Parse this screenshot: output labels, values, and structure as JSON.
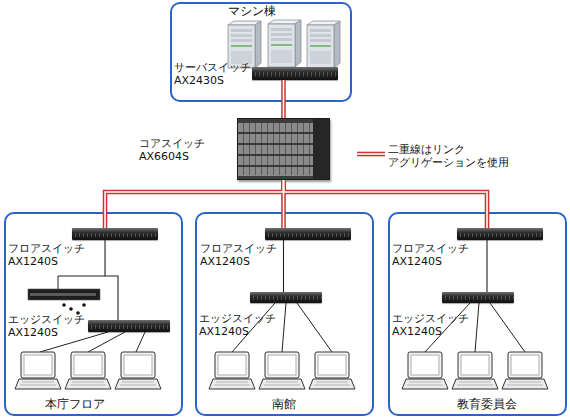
{
  "diagram": {
    "nodes": [
      {
        "text": [
          "マシン棟"
        ]
      },
      {
        "text": [
          "サーバスイッチ AX2430S"
        ],
        "in": 0
      },
      {
        "text": [
          "コアスイッチ AX6604S"
        ]
      },
      {
        "text": [
          "本庁フロア"
        ]
      },
      {
        "text": [
          "フロアスイッチ AX1240S"
        ],
        "in": 3
      },
      {
        "text": [
          "エッジスイッチ AX1240S"
        ],
        "in": 3
      },
      {
        "text": [
          "南館"
        ]
      },
      {
        "text": [
          "フロアスイッチ AX1240S"
        ],
        "in": 6
      },
      {
        "text": [
          "エッジスイッチ AX1240S"
        ],
        "in": 6
      },
      {
        "text": [
          "教育委員会"
        ]
      },
      {
        "text": [
          "フロアスイッチ AX1240S"
        ],
        "in": 9
      },
      {
        "text": [
          "エッジスイッチ AX1240S"
        ],
        "in": 9
      }
    ],
    "edges": [
      {
        "from": 1,
        "to": 2,
        "arrow": "none"
      },
      {
        "from": 2,
        "to": 4,
        "arrow": "none"
      },
      {
        "from": 4,
        "to": 5,
        "arrow": "none"
      },
      {
        "from": 2,
        "to": 7,
        "arrow": "none"
      },
      {
        "from": 7,
        "to": 8,
        "arrow": "none"
      },
      {
        "from": 2,
        "to": 10,
        "arrow": "none"
      },
      {
        "from": 10,
        "to": 11,
        "arrow": "none"
      }
    ],
    "legend": [
      {
        "text": "二重線はリンク アグリゲーションを使用"
      }
    ]
  }
}
